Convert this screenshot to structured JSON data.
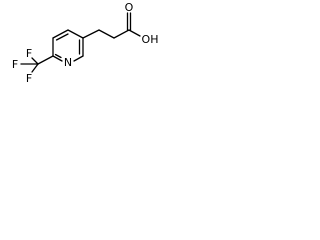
{
  "molecule": {
    "atoms": {
      "n": "N",
      "o_carbonyl": "O",
      "oh": "OH",
      "f_top": "F",
      "f_left": "F",
      "f_bottom": "F"
    }
  }
}
